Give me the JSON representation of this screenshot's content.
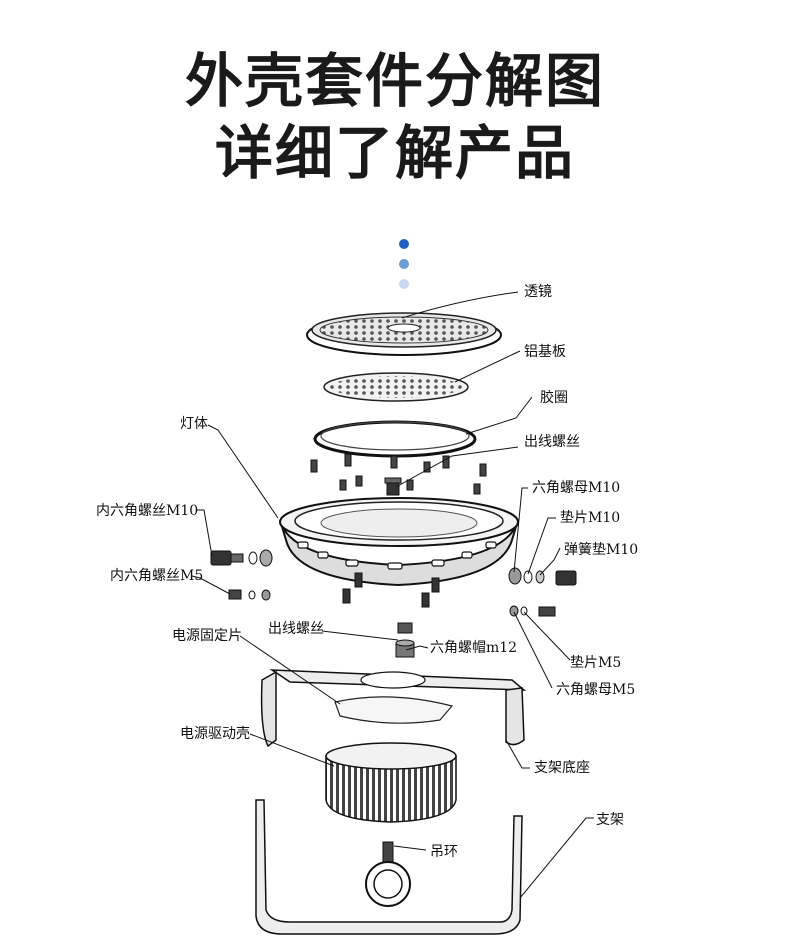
{
  "heading": {
    "line1": "外壳套件分解图",
    "line2": "详细了解产品"
  },
  "pager_dots": {
    "colors": [
      "#1f5fbf",
      "#6f9bd6",
      "#c8d8ee"
    ],
    "active_index": 0
  },
  "diagram": {
    "labels": {
      "lens": "透镜",
      "aluminum_plate": "铝基板",
      "gasket": "胶圈",
      "outlet_screw_top": "出线螺丝",
      "lamp_body": "灯体",
      "hex_nut_m10": "六角螺母M10",
      "washer_m10": "垫片M10",
      "spring_washer_m10": "弹簧垫M10",
      "hex_socket_screw_m10": "内六角螺丝M10",
      "hex_socket_screw_m5": "内六角螺丝M5",
      "washer_m5": "垫片M5",
      "hex_nut_m5": "六角螺母M5",
      "outlet_screw": "出线螺丝",
      "hex_cap_nut_m12": "六角螺帽m12",
      "power_fixing_plate": "电源固定片",
      "bracket_base": "支架底座",
      "power_driver_housing": "电源驱动壳",
      "bracket": "支架",
      "hanging_ring": "吊环"
    }
  }
}
